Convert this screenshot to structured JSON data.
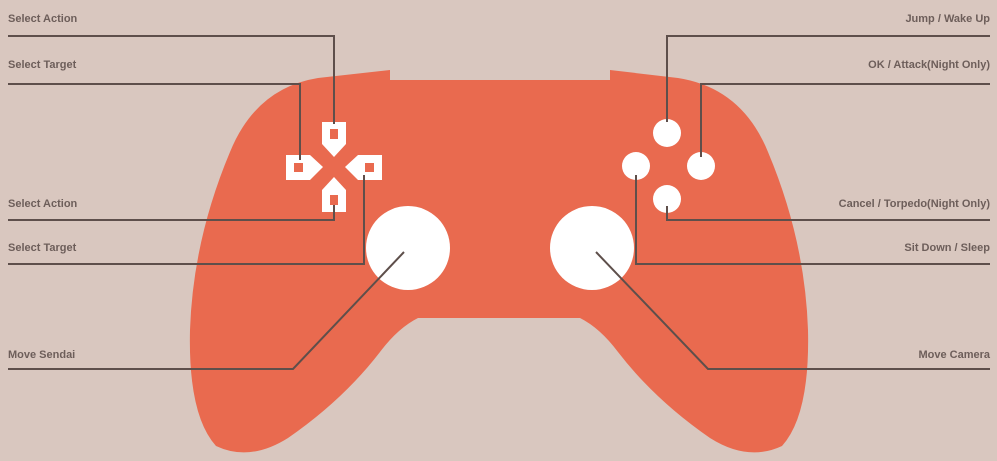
{
  "colors": {
    "background": "#d9c7bf",
    "controller": "#e96a4f",
    "buttons": "#ffffff",
    "leader_lines": "#5e4f4b",
    "label_text": "#6d5e5a"
  },
  "left_labels": {
    "dpad_up": "Select Action",
    "dpad_left": "Select Target",
    "dpad_down": "Select Action",
    "dpad_right": "Select Target",
    "left_stick": "Move Sendai"
  },
  "right_labels": {
    "top_button": "Jump / Wake Up",
    "right_button": "OK / Attack(Night Only)",
    "bottom_button": "Cancel / Torpedo(Night Only)",
    "left_button": "Sit Down / Sleep",
    "right_stick": "Move Camera"
  }
}
